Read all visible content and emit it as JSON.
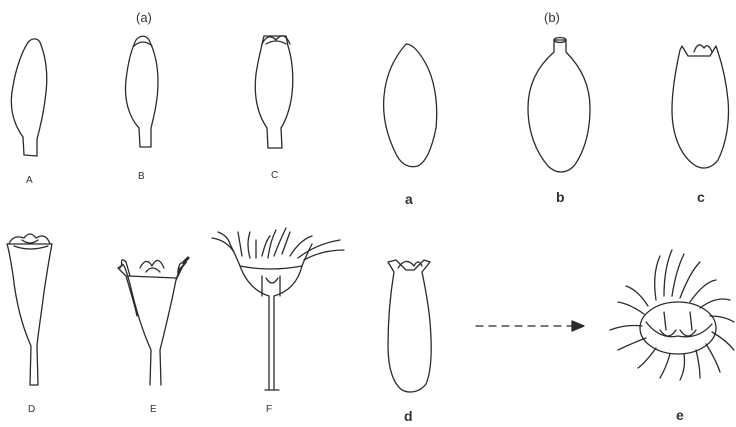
{
  "panels": {
    "a": "(a)",
    "b": "(b)"
  },
  "stages_a": [
    "A",
    "B",
    "C",
    "D",
    "E",
    "F"
  ],
  "stages_b": [
    "a",
    "b",
    "c",
    "d",
    "e"
  ],
  "colors": {
    "line": "#2b2b2b",
    "label": "#333333",
    "background": "#ffffff"
  }
}
